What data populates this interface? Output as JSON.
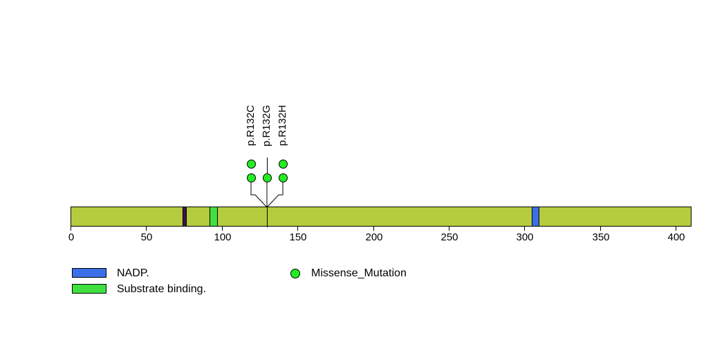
{
  "chart_data": {
    "type": "lollipop",
    "title": "",
    "xlabel": "",
    "ylabel": "",
    "xlim": [
      0,
      410
    ],
    "grid": false,
    "protein_length": 410,
    "axis_ticks": [
      0,
      50,
      100,
      150,
      200,
      250,
      300,
      350,
      400
    ],
    "axis_tick_labels": [
      "0",
      "50",
      "100",
      "150",
      "200",
      "250",
      "300",
      "350",
      "400"
    ],
    "backbone_color": "#b5cc3f",
    "domains": [
      {
        "name": "unnamed-dark-region",
        "start": 74,
        "end": 77,
        "color": "#3d1152"
      },
      {
        "name": "Substrate binding.",
        "start": 92,
        "end": 97,
        "color": "#3fe03f"
      },
      {
        "name": "NADP.",
        "start": 305,
        "end": 310,
        "color": "#3b6fe8"
      }
    ],
    "mutations": [
      {
        "label": "p.R132C",
        "position": 130,
        "count": 2,
        "type": "Missense_Mutation",
        "color": "#22ee22"
      },
      {
        "label": "p.R132G",
        "position": 130,
        "count": 1,
        "type": "Missense_Mutation",
        "color": "#22ee22"
      },
      {
        "label": "p.R132H",
        "position": 130,
        "count": 2,
        "type": "Missense_Mutation",
        "color": "#22ee22"
      }
    ],
    "legend_position": "bottom-left"
  },
  "mutation_labels": [
    {
      "text": "p.R132C"
    },
    {
      "text": "p.R132G"
    },
    {
      "text": "p.R132H"
    }
  ],
  "axis": {
    "ticks": [
      {
        "value": "0"
      },
      {
        "value": "50"
      },
      {
        "value": "100"
      },
      {
        "value": "150"
      },
      {
        "value": "200"
      },
      {
        "value": "250"
      },
      {
        "value": "300"
      },
      {
        "value": "350"
      },
      {
        "value": "400"
      }
    ]
  },
  "legend": {
    "domain_entries": [
      {
        "label": "NADP.",
        "color": "#3b6fe8"
      },
      {
        "label": "Substrate binding.",
        "color": "#3fe03f"
      }
    ],
    "mutation_entries": [
      {
        "label": "Missense_Mutation",
        "color": "#22ee22"
      }
    ]
  }
}
